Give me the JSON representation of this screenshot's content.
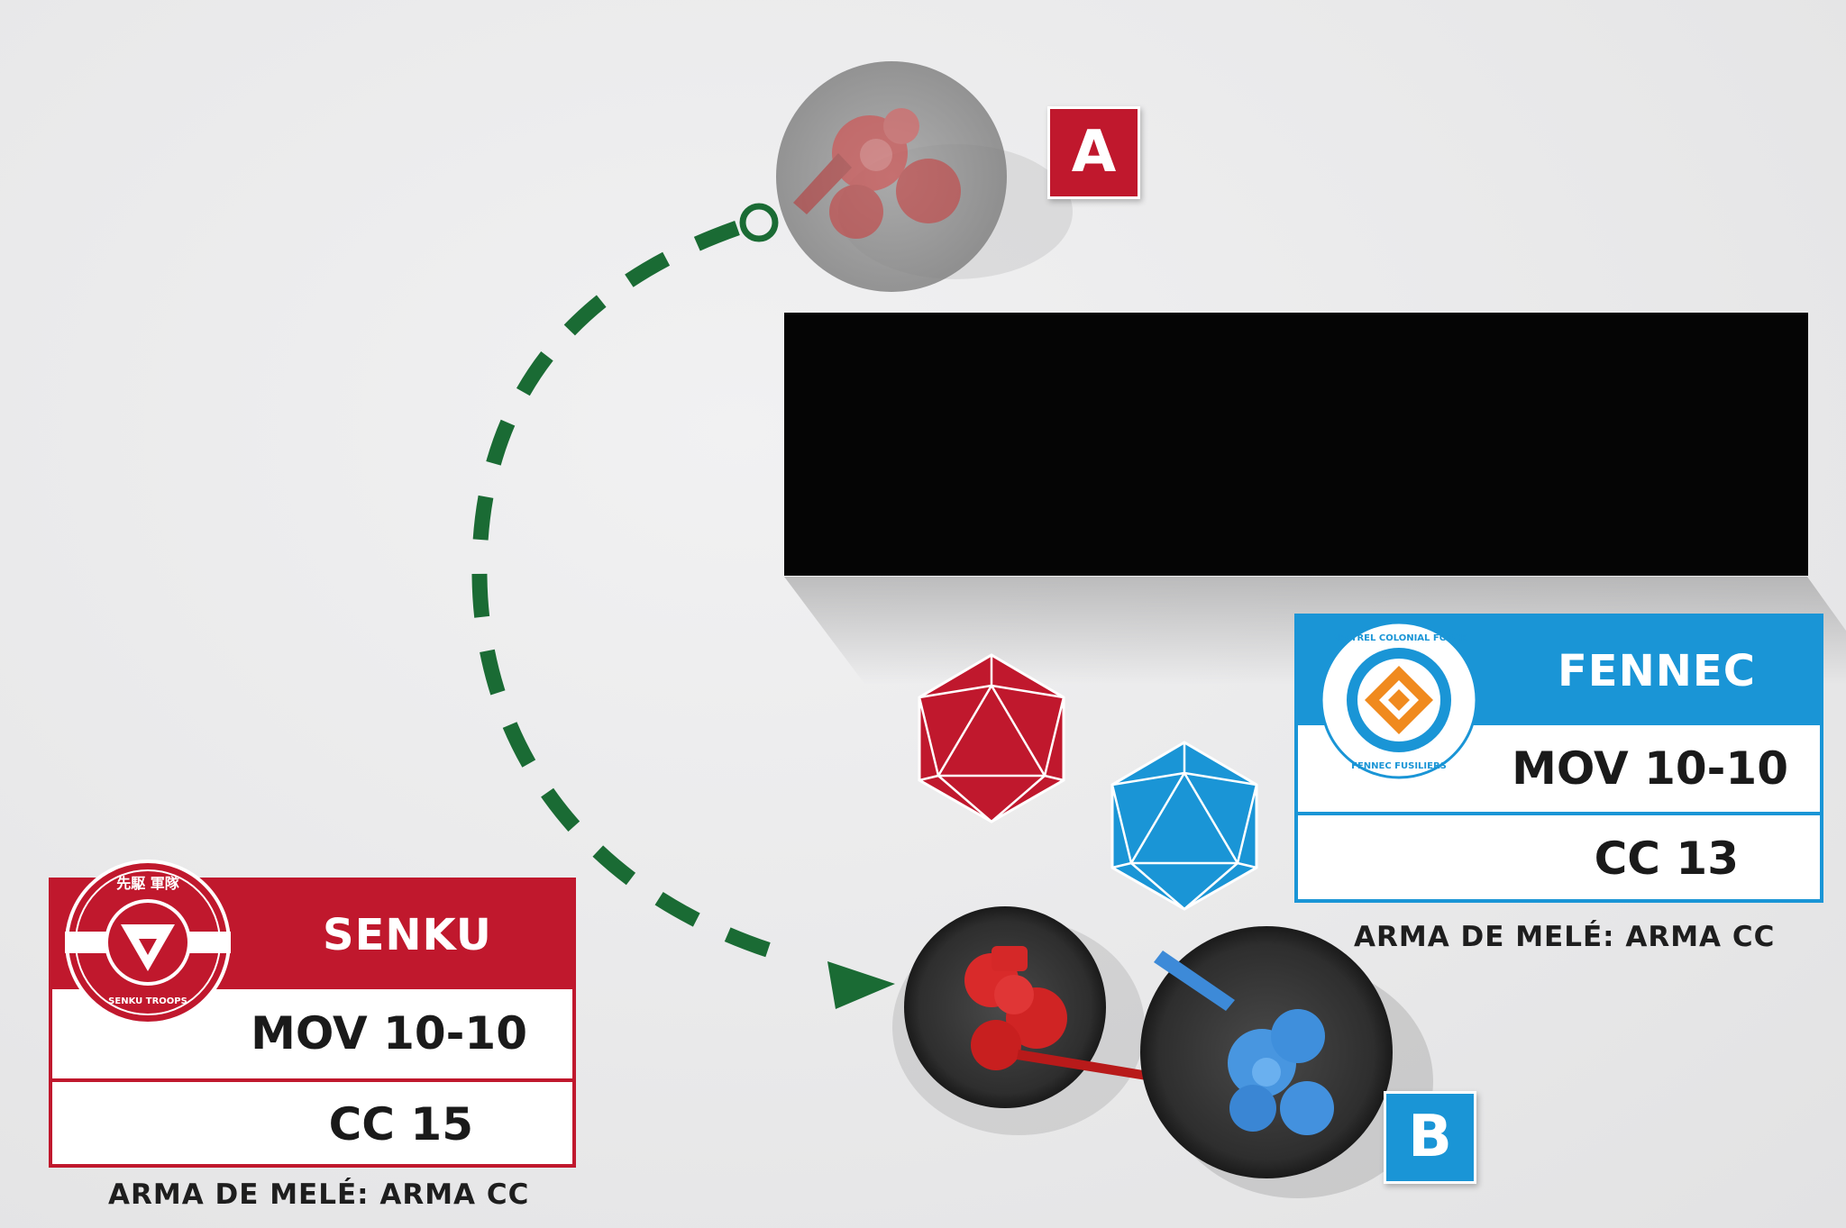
{
  "markers": {
    "a": "A",
    "b": "B"
  },
  "units": {
    "senku": {
      "name": "SENKU",
      "logo_text_top": "先駆 軍隊",
      "logo_text_bottom": "SENKU TROOPS",
      "mov": "MOV 10-10",
      "cc": "CC 15",
      "weapon": "ARMA DE MELÉ: ARMA CC",
      "color": "#c0182d"
    },
    "fennec": {
      "name": "FENNEC",
      "logo_text_top": "KESTREL COLONIAL FORCE",
      "logo_text_bottom": "FENNEC FUSILIERS",
      "mov": "MOV 10-10",
      "cc": "CC 13",
      "weapon": "ARMA DE MELÉ: ARMA CC",
      "color": "#1a95d6"
    }
  },
  "dice": [
    {
      "color": "#c0182d",
      "icon": "d20-die-icon"
    },
    {
      "color": "#1a95d6",
      "icon": "d20-die-icon"
    }
  ],
  "path": {
    "color": "#1a6b34",
    "style": "dashed"
  }
}
